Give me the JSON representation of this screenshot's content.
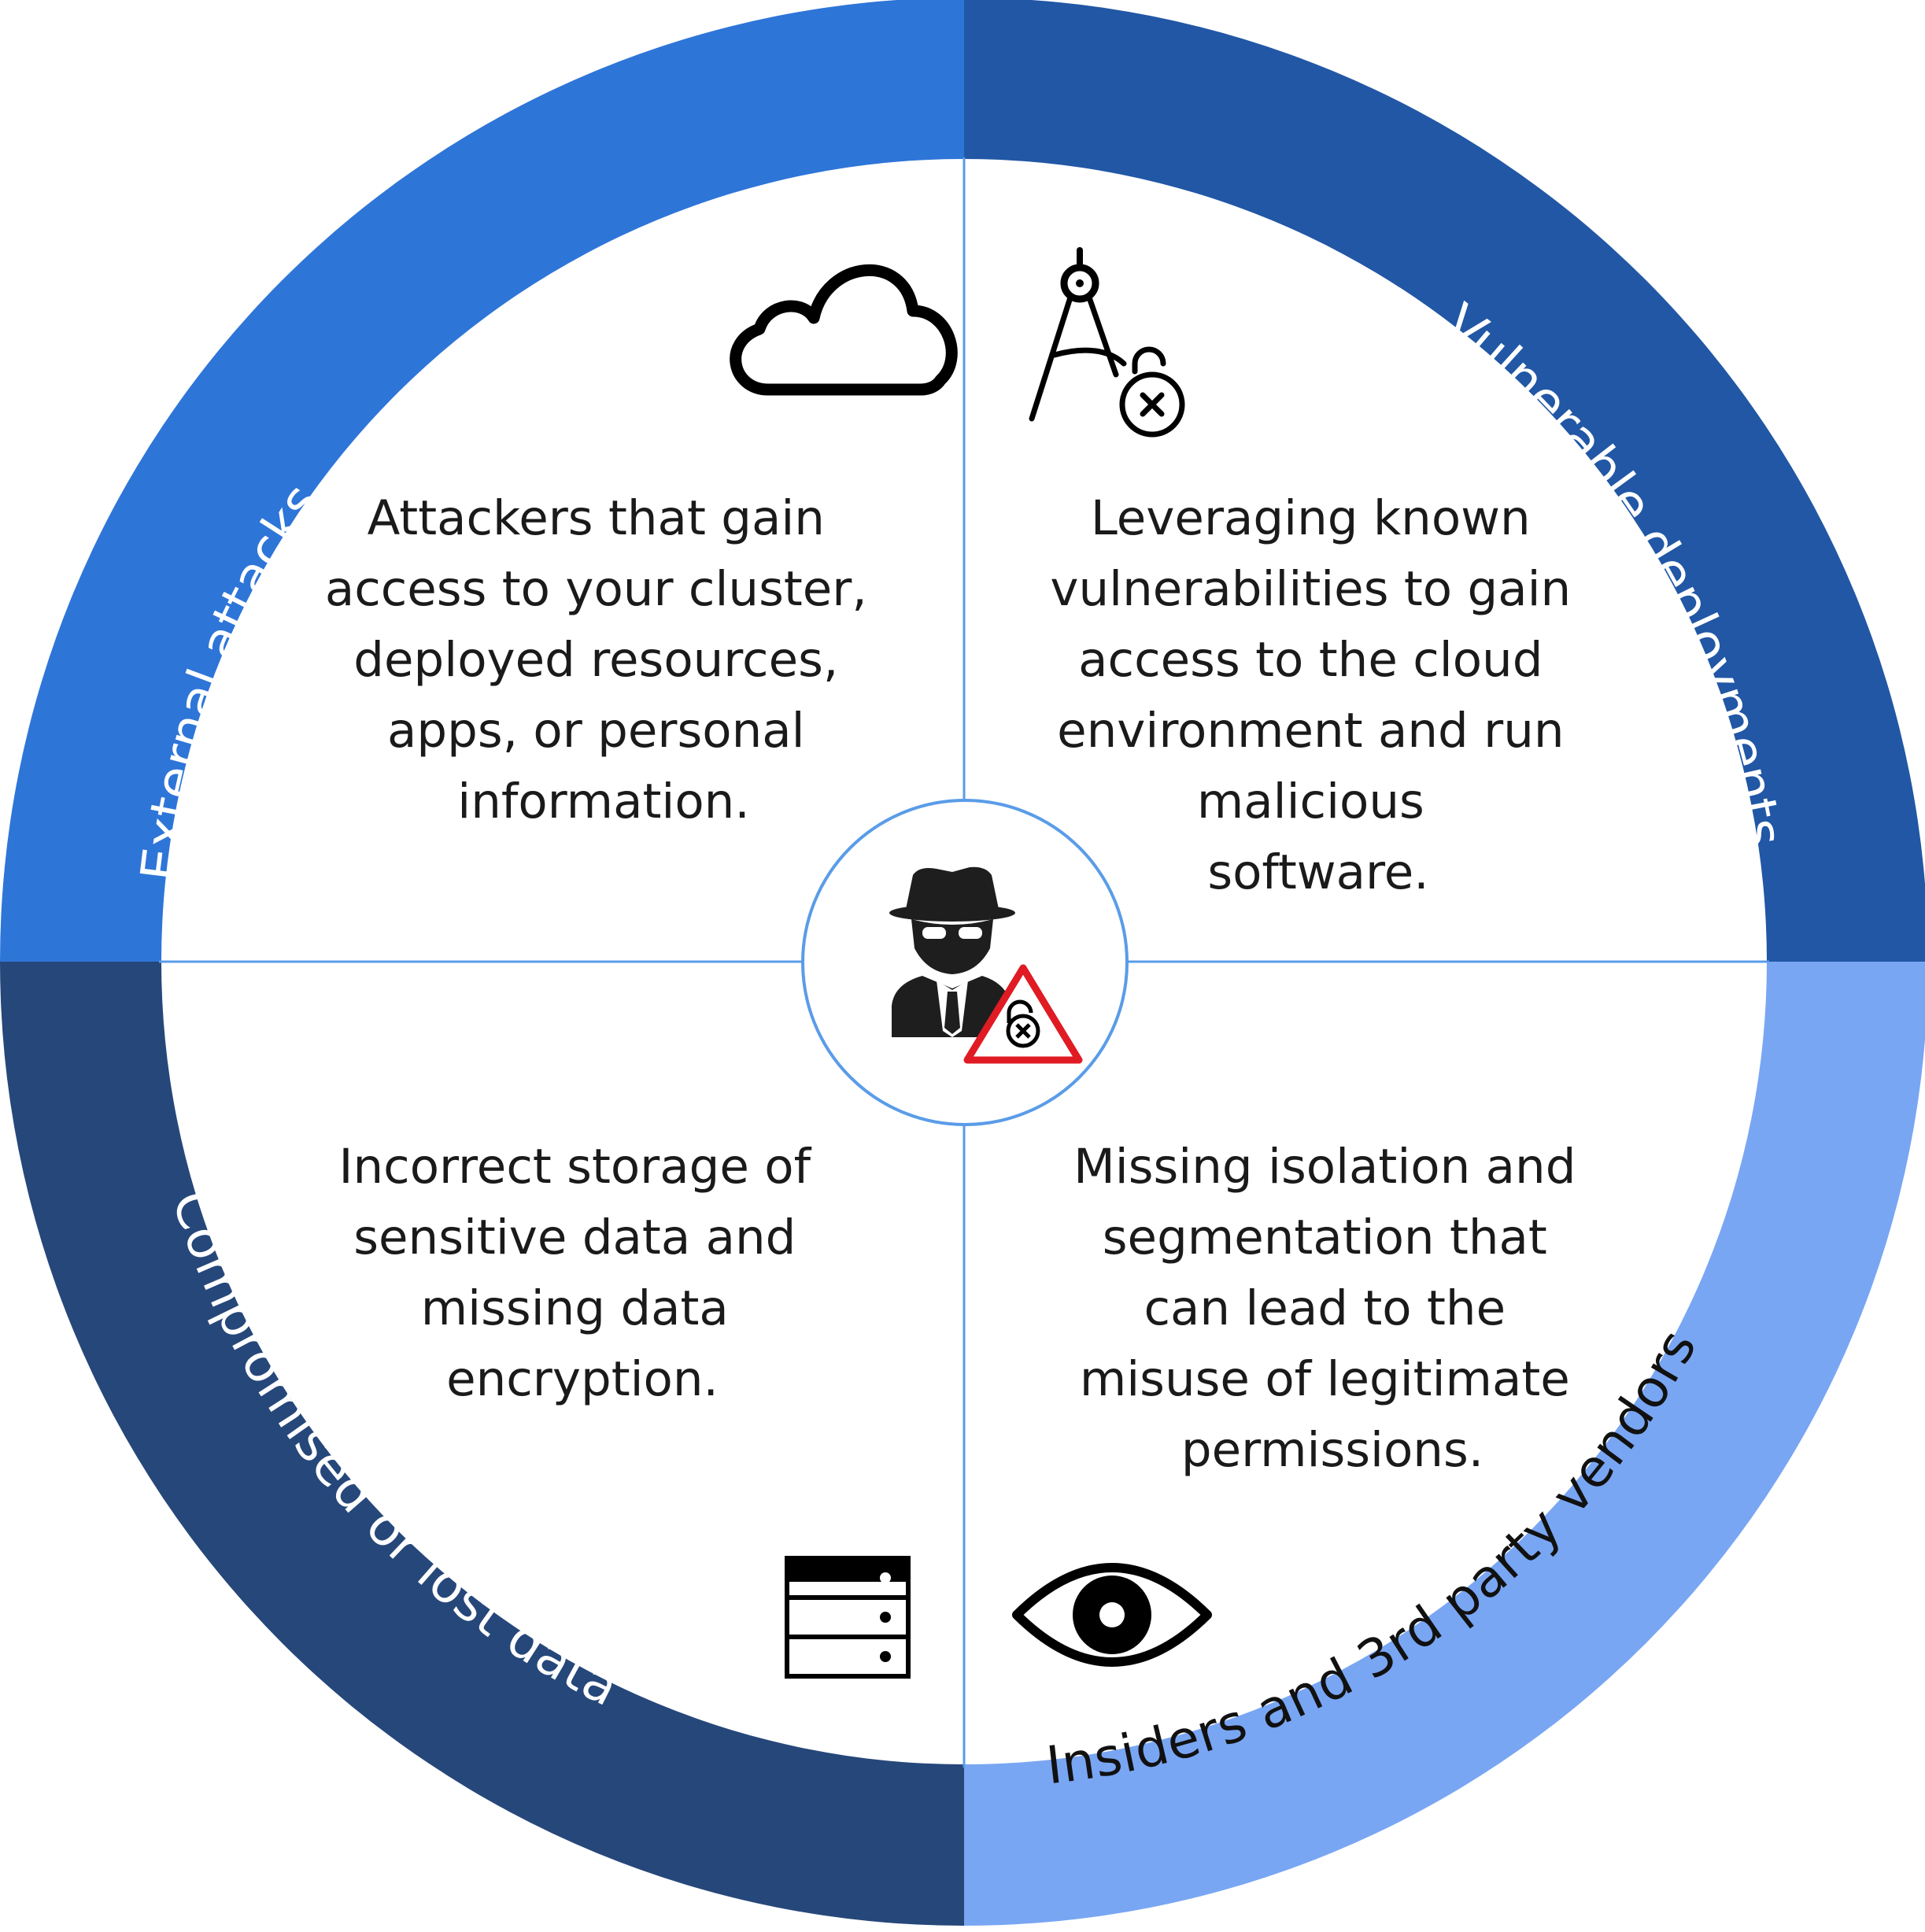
{
  "diagram": {
    "colors": {
      "external": "#2e75d8",
      "vulnerable": "#2157a5",
      "compromised": "#26477a",
      "insiders": "#79a6f3",
      "divider": "#5a9ce8",
      "label_light": "#ffffff",
      "label_dark": "#111111",
      "warning_red": "#e01b24"
    },
    "quadrants": [
      {
        "id": "external",
        "ring_label": "External attacks",
        "icon": "cloud-icon",
        "lines": [
          "Attackers that gain",
          "access to your cluster,",
          "deployed resources,",
          "apps, or personal",
          "information."
        ]
      },
      {
        "id": "vulnerable",
        "ring_label": "Vulnerable deployments",
        "icon": "compass-unlocked-icon",
        "lines": [
          "Leveraging known",
          "vulnerabilities to gain",
          "access to the cloud",
          "environment and run",
          "malicious",
          "software."
        ]
      },
      {
        "id": "compromised",
        "ring_label": "Compromised or lost data",
        "icon": "server-storage-icon",
        "lines": [
          "Incorrect storage of",
          "sensitive data and",
          "missing data",
          "encryption."
        ]
      },
      {
        "id": "insiders",
        "ring_label": "Insiders and 3rd party vendors",
        "icon": "eye-icon",
        "lines": [
          "Missing isolation and",
          "segmentation that",
          "can lead to the",
          "misuse of legitimate",
          "permissions."
        ]
      }
    ],
    "center_icon": "hacker-warning-icon"
  }
}
